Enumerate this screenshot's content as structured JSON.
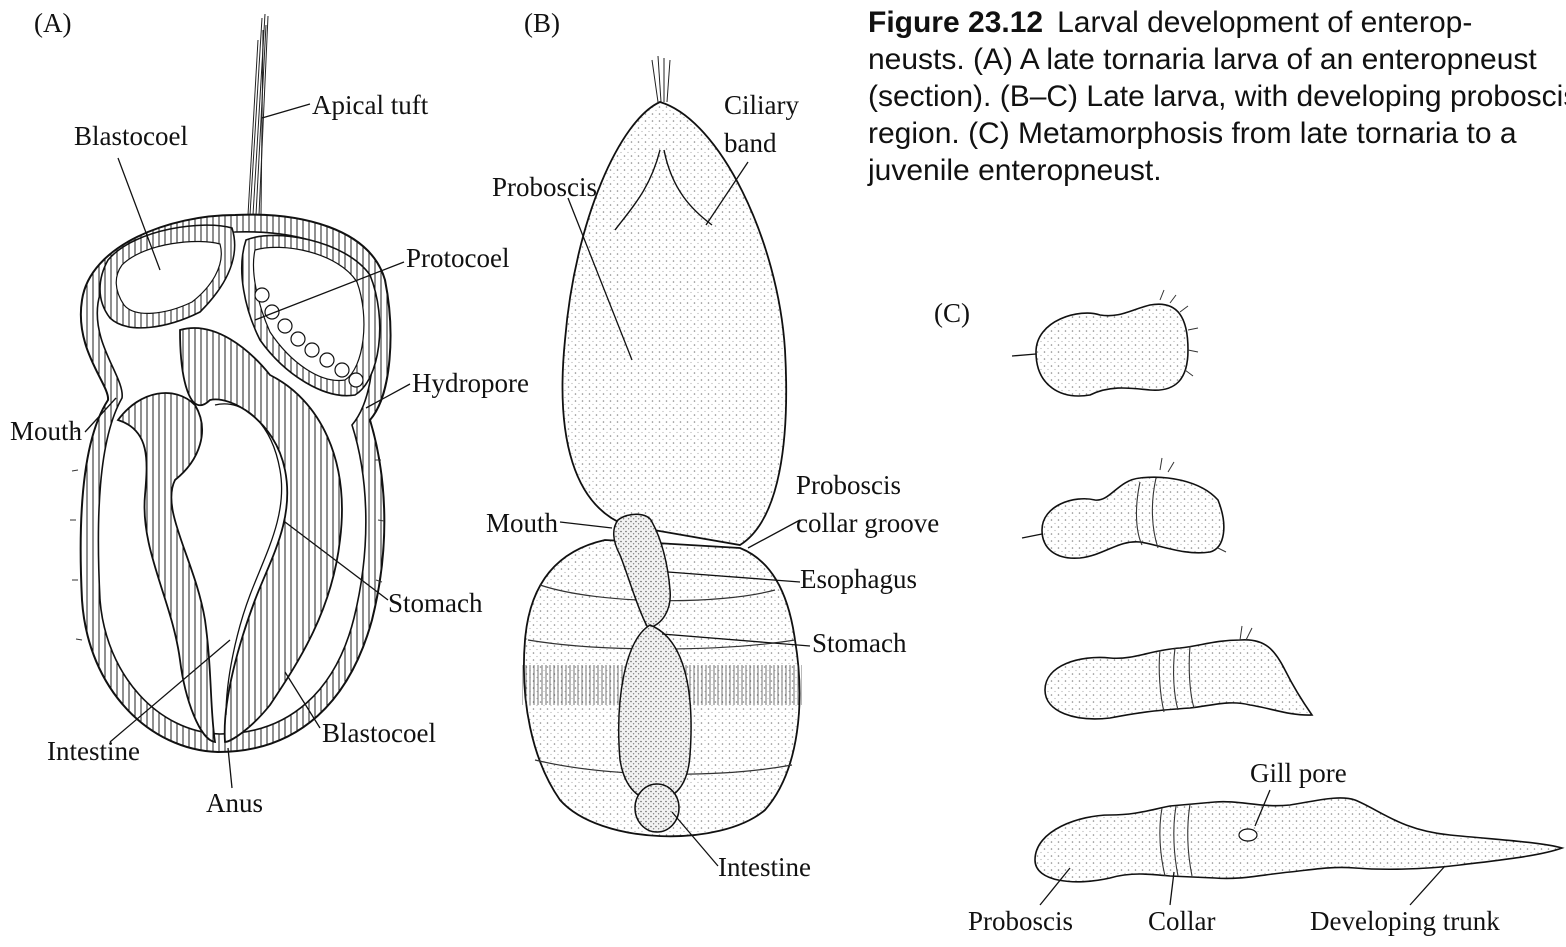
{
  "caption": {
    "figure_number": "Figure 23.12",
    "lines": [
      "Larval development of enterop-",
      "neusts. (A) A late tornaria larva of an enteropneust",
      "(section). (B–C) Late larva, with developing proboscis",
      "region. (C) Metamorphosis from late tornaria to a",
      "juvenile enteropneust."
    ]
  },
  "panel_a": {
    "label": "(A)",
    "labels": {
      "apical_tuft": "Apical tuft",
      "blastocoel_top": "Blastocoel",
      "protocoel": "Protocoel",
      "hydropore": "Hydropore",
      "mouth": "Mouth",
      "stomach": "Stomach",
      "blastocoel_bottom": "Blastocoel",
      "intestine": "Intestine",
      "anus": "Anus"
    }
  },
  "panel_b": {
    "label": "(B)",
    "labels": {
      "ciliary_band_1": "Ciliary",
      "ciliary_band_2": "band",
      "proboscis": "Proboscis",
      "proboscis_collar_groove_1": "Proboscis",
      "proboscis_collar_groove_2": "collar groove",
      "mouth": "Mouth",
      "esophagus": "Esophagus",
      "stomach": "Stomach",
      "intestine": "Intestine"
    }
  },
  "panel_c": {
    "label": "(C)",
    "labels": {
      "gill_pore": "Gill pore",
      "proboscis": "Proboscis",
      "collar": "Collar",
      "developing_trunk": "Developing trunk"
    }
  },
  "colors": {
    "ink": "#111111",
    "stipple": "#9a9a9a",
    "background": "#ffffff"
  }
}
